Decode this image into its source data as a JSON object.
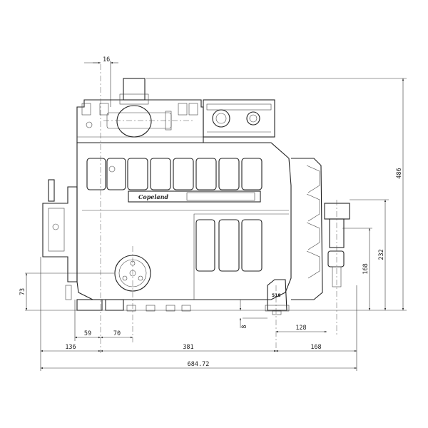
{
  "drawing": {
    "brand_label": "Copeland",
    "foot_label": "518",
    "dimensions": {
      "offset_top": "16",
      "height_total": "486",
      "height_valve_upper": "232",
      "height_valve_lower": "168",
      "height_shaft": "73",
      "foot_drop": "8",
      "foot_to_valve": "128",
      "left_foot_spacing": "59",
      "shaft_offset": "70",
      "left_overhang": "136",
      "foot_spacing": "381",
      "right_overhang": "168",
      "overall_length": "684.72"
    }
  }
}
